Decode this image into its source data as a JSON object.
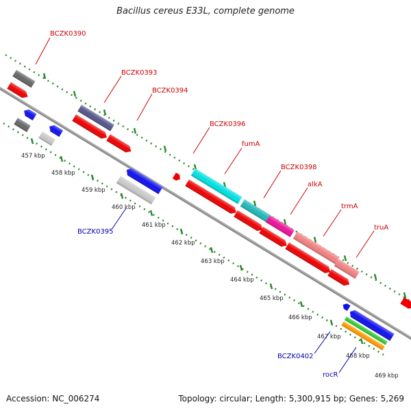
{
  "title": "Bacillus cereus E33L, complete genome",
  "footer": {
    "accession": "Accession: NC_006274",
    "summary": "Topology: circular; Length: 5,300,915 bp; Genes: 5,269"
  },
  "colors": {
    "forward_label": "#cc0000",
    "reverse_label": "#0000aa",
    "leader": "#cc0000",
    "leader_reverse": "#0000aa",
    "backbone": "#8a8a8a",
    "tick_dots": "#2a8a2a"
  },
  "kbp_labels": [
    "457 kbp",
    "458 kbp",
    "459 kbp",
    "460 kbp",
    "461 kbp",
    "462 kbp",
    "463 kbp",
    "464 kbp",
    "465 kbp",
    "466 kbp",
    "467 kbp",
    "468 kbp",
    "469 kbp"
  ],
  "gene_labels_forward": [
    "BCZK0390",
    "BCZK0393",
    "BCZK0394",
    "BCZK0396",
    "fumA",
    "BCZK0398",
    "alkA",
    "trmA",
    "truA"
  ],
  "gene_labels_reverse": [
    "BCZK0395",
    "BCZK0402",
    "rocR"
  ],
  "feature_colors": {
    "cds": "#ee0000",
    "gray_dark": "#666666",
    "gray_light": "#c8c8c8",
    "slate": "#55558a",
    "cyan": "#00e0e0",
    "teal": "#20b8b8",
    "magenta": "#ee1199",
    "salmon": "#f08080",
    "blue": "#1010ee",
    "green": "#33cc33",
    "orange": "#ff9900"
  }
}
